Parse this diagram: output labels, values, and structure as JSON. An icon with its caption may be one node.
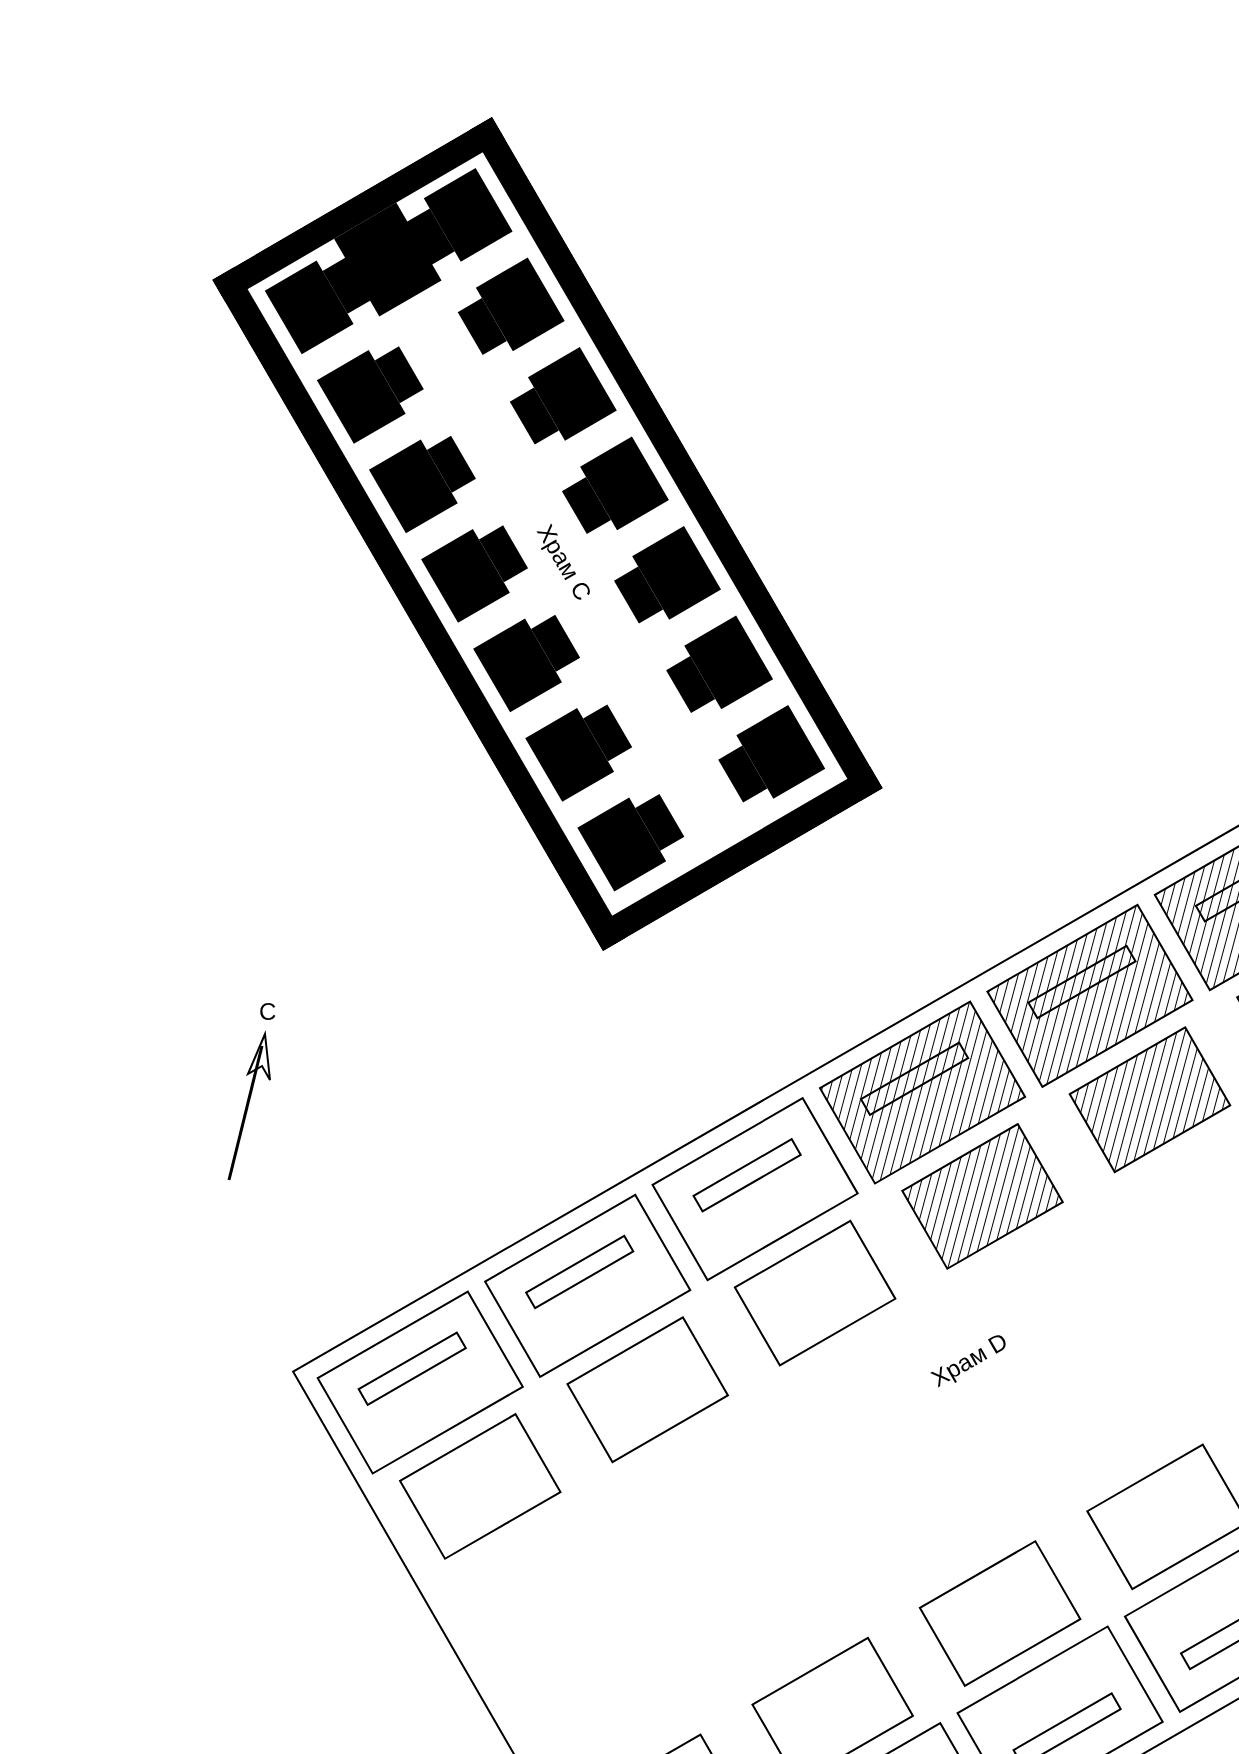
{
  "diagram": {
    "nodes": [
      {
        "text": [
          "Храм C"
        ]
      },
      {
        "text": [
          "Храм D"
        ]
      }
    ],
    "labels": [
      "С"
    ]
  }
}
